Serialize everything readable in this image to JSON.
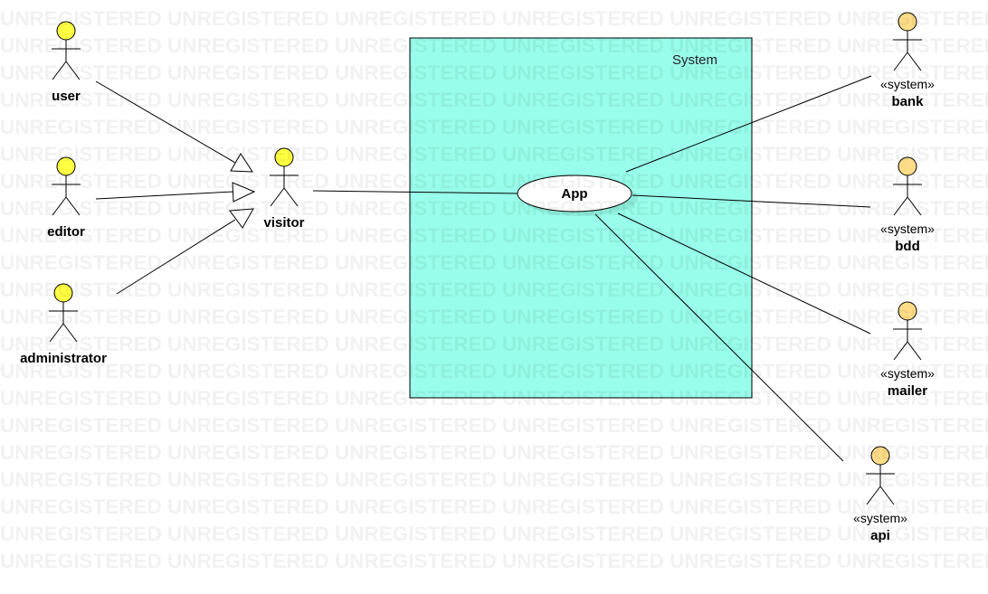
{
  "colors": {
    "system_fill": "#98fdea",
    "visitor_head": "#ffff42",
    "system_actor_head": "#ffdd88",
    "usecase_fill": "#ffffff",
    "stroke": "#000000",
    "watermark": "#e8e8e8"
  },
  "watermark": {
    "text": "UNREGISTERED"
  },
  "system_boundary": {
    "label": "System"
  },
  "use_case": {
    "label": "App"
  },
  "actors": {
    "user": {
      "name": "user",
      "icon": "stick-figure"
    },
    "editor": {
      "name": "editor",
      "icon": "stick-figure"
    },
    "administrator": {
      "name": "administrator",
      "icon": "stick-figure"
    },
    "visitor": {
      "name": "visitor",
      "icon": "stick-figure"
    },
    "bank": {
      "name": "bank",
      "stereotype": "«system»",
      "icon": "stick-figure"
    },
    "bdd": {
      "name": "bdd",
      "stereotype": "«system»",
      "icon": "stick-figure"
    },
    "mailer": {
      "name": "mailer",
      "stereotype": "«system»",
      "icon": "stick-figure"
    },
    "api": {
      "name": "api",
      "stereotype": "«system»",
      "icon": "stick-figure"
    }
  },
  "relationships": {
    "generalizations": [
      {
        "from": "user",
        "to": "visitor"
      },
      {
        "from": "editor",
        "to": "visitor"
      },
      {
        "from": "administrator",
        "to": "visitor"
      }
    ],
    "associations": [
      {
        "from": "visitor",
        "to": "App"
      },
      {
        "from": "App",
        "to": "bank"
      },
      {
        "from": "App",
        "to": "bdd"
      },
      {
        "from": "App",
        "to": "mailer"
      },
      {
        "from": "App",
        "to": "api"
      }
    ]
  }
}
